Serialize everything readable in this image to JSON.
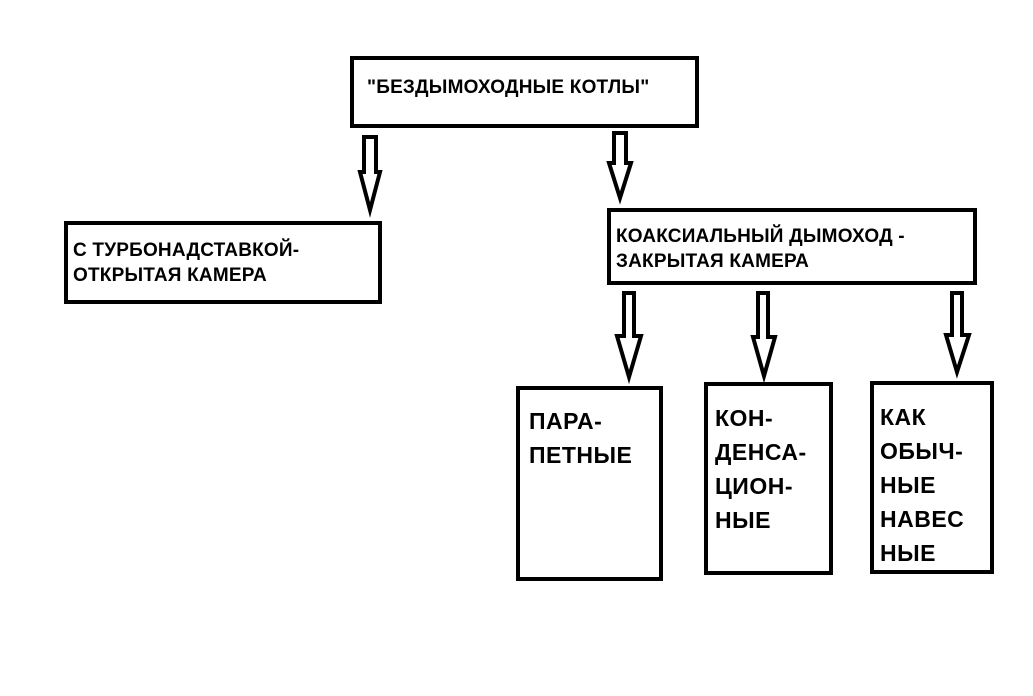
{
  "diagram": {
    "root": {
      "label": "\"БЕЗДЫМОХОДНЫЕ КОТЛЫ\""
    },
    "turbo": {
      "label": "С ТУРБОНАДСТАВКОЙ-\nОТКРЫТАЯ КАМЕРА"
    },
    "coaxial": {
      "label": "КОАКСИАЛЬНЫЙ ДЫМОХОД -\nЗАКРЫТАЯ КАМЕРА"
    },
    "parapet": {
      "label": "ПАРА-\nПЕТНЫЕ"
    },
    "condensing": {
      "label": "КОН-\nДЕНСА-\nЦИОН-\nНЫЕ"
    },
    "wall_hung": {
      "label": "КАК\nОБЫЧ-\nНЫЕ\nНАВЕС\nНЫЕ"
    }
  }
}
